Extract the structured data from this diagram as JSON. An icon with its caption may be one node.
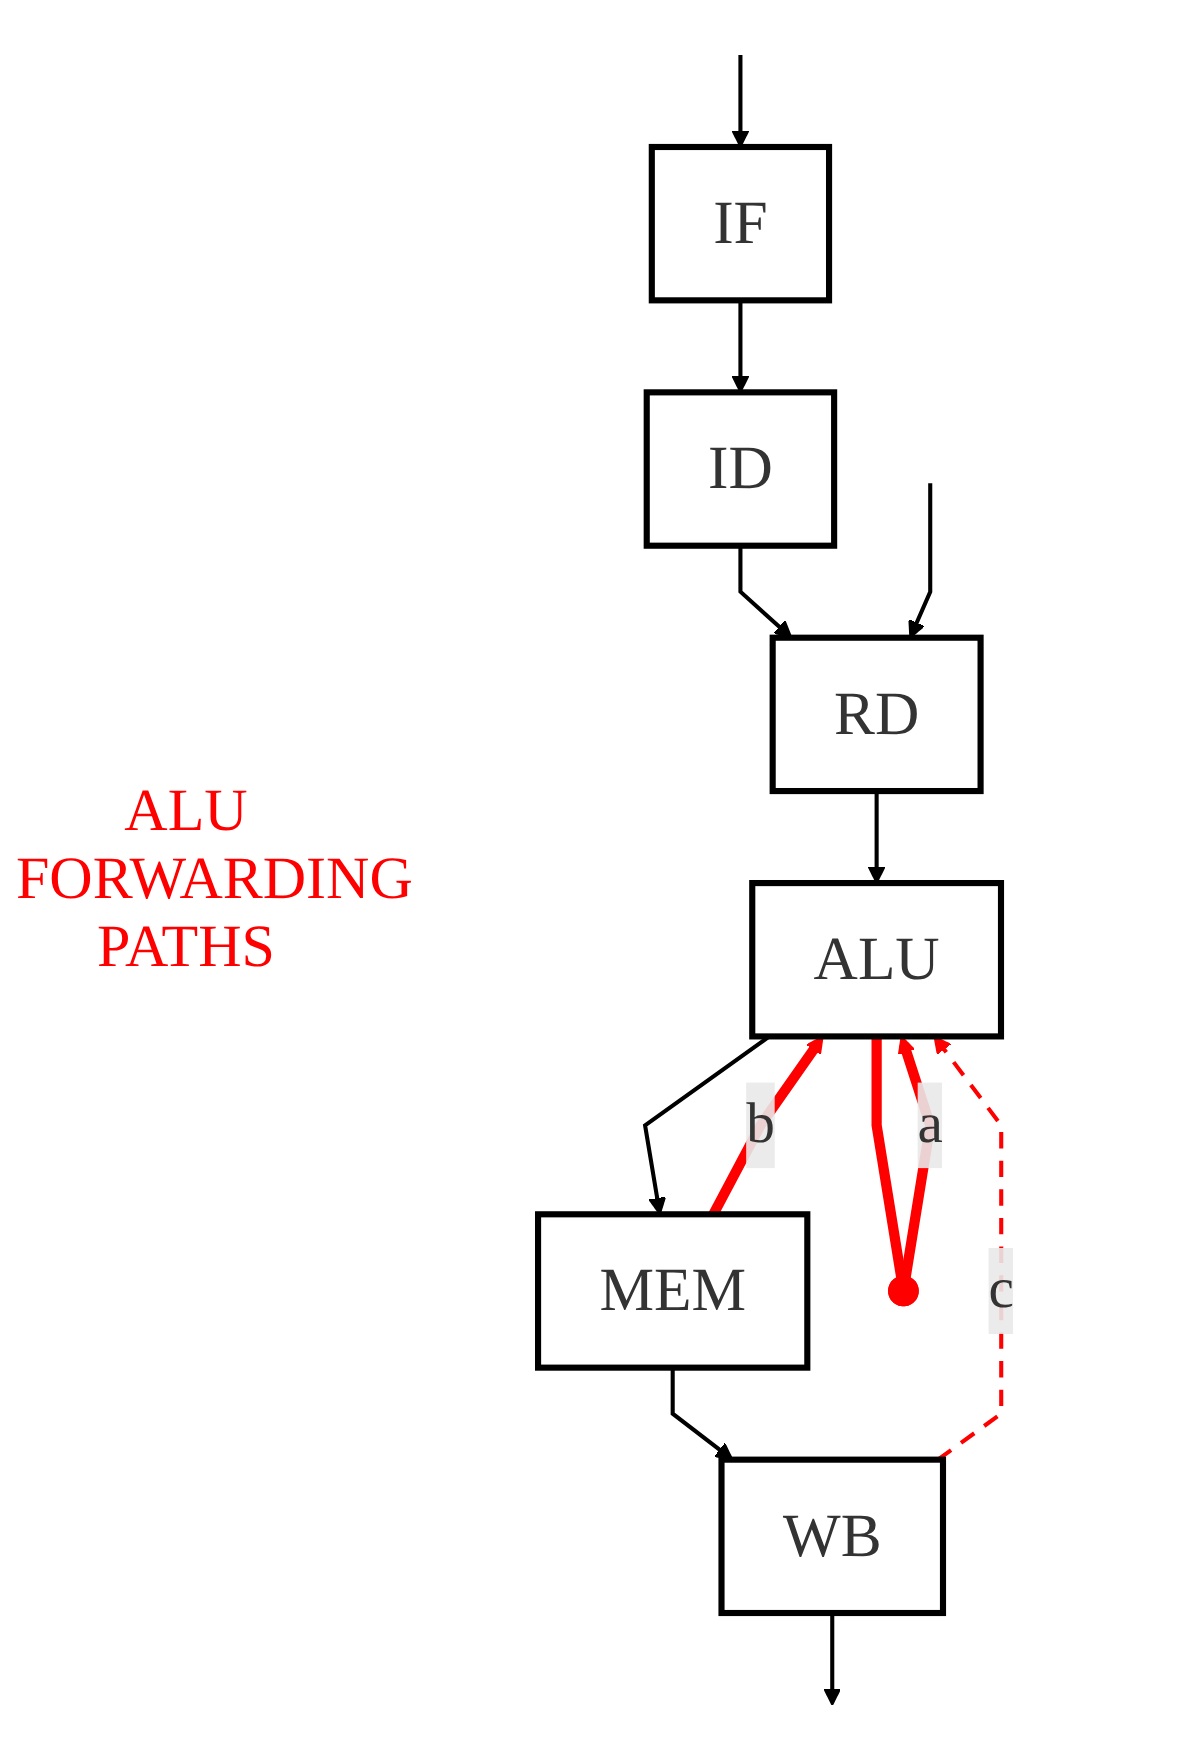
{
  "diagram": {
    "nodes": [
      {
        "text": [
          "IF"
        ]
      },
      {
        "text": [
          "ID"
        ]
      },
      {
        "text": [
          "RD"
        ]
      },
      {
        "text": [
          "ALU"
        ]
      },
      {
        "text": [
          "MEM"
        ]
      },
      {
        "text": [
          "WB"
        ]
      },
      {
        "text": [],
        "shape": "circle"
      }
    ],
    "edges": [
      {
        "from": null,
        "to": 0,
        "arrow": "to"
      },
      {
        "from": 0,
        "to": 1,
        "arrow": "to"
      },
      {
        "from": 1,
        "to": 2,
        "arrow": "to"
      },
      {
        "from": null,
        "to": 2,
        "arrow": "to"
      },
      {
        "from": 2,
        "to": 3,
        "arrow": "to"
      },
      {
        "from": 3,
        "to": 4,
        "arrow": "to"
      },
      {
        "from": 4,
        "to": 5,
        "arrow": "to"
      },
      {
        "from": 5,
        "to": null,
        "arrow": "to"
      },
      {
        "from": 3,
        "to": 6,
        "arrow": "none",
        "style": "thick",
        "color": "#ff0000"
      },
      {
        "from": 6,
        "to": 3,
        "arrow": "to",
        "label": "a",
        "style": "thick",
        "color": "#ff0000"
      },
      {
        "from": 4,
        "to": 3,
        "arrow": "to",
        "label": "b",
        "style": "thick",
        "color": "#ff0000"
      },
      {
        "from": 5,
        "to": 3,
        "arrow": "to",
        "label": "c",
        "style": "dashed",
        "color": "#ff0000"
      }
    ],
    "labels": [
      "ALU FORWARDING PATHS"
    ]
  }
}
